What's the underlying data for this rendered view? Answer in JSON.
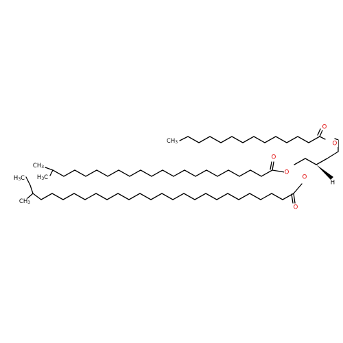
{
  "molecule": {
    "atoms": [
      {
        "id": "o_ester1",
        "label": "O",
        "color": "#e00000"
      },
      {
        "id": "o_carbonyl1",
        "label": "O",
        "color": "#e00000"
      },
      {
        "id": "o_ester2",
        "label": "O",
        "color": "#e00000"
      },
      {
        "id": "o_carbonyl2",
        "label": "O",
        "color": "#e00000"
      },
      {
        "id": "o_ester3",
        "label": "O",
        "color": "#e00000"
      },
      {
        "id": "o_carbonyl3",
        "label": "O",
        "color": "#e00000"
      },
      {
        "id": "stereo_h",
        "label": "H",
        "color": "#000000"
      }
    ],
    "terminals": {
      "chain1_ch3": {
        "main": "CH",
        "sub": "3"
      },
      "chain2_ch3_top": {
        "main": "CH",
        "sub": "3"
      },
      "chain2_h3c_bottom": {
        "main": "H",
        "sub": "3",
        "tail": "C"
      },
      "chain3_h3c_top": {
        "main": "H",
        "sub": "3",
        "tail": "C"
      },
      "chain3_ch3": {
        "main": "CH",
        "sub": "3"
      }
    },
    "colors": {
      "bond": "#000000",
      "oxygen": "#e00000",
      "background": "#ffffff"
    }
  }
}
